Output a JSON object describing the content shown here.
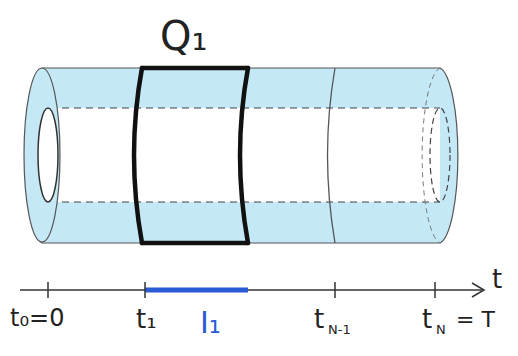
{
  "diagram": {
    "labels": [
      "Q₁",
      "t",
      "t₀=0",
      "t₁",
      "I₁",
      "t",
      "N-1",
      "t",
      "N",
      "= T"
    ]
  }
}
